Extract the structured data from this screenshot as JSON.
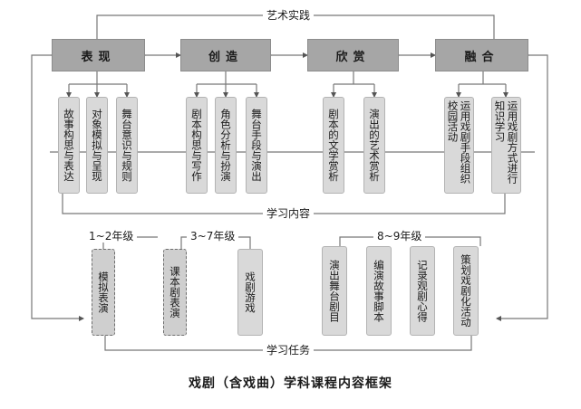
{
  "labels": {
    "top": "艺术实践",
    "middle": "学习内容",
    "bottom": "学习任务",
    "grade_1_2": "1~2年级",
    "grade_3_7": "3~7年级",
    "grade_8_9": "8~9年级"
  },
  "headers": [
    "表现",
    "创造",
    "欣赏",
    "融合"
  ],
  "content_items": {
    "biaoxian": [
      "故事构思与表达",
      "对象模拟与呈现",
      "舞台意识与规则"
    ],
    "chuangzao": [
      "剧本构思与写作",
      "角色分析与扮演",
      "舞台手段与演出"
    ],
    "xinshang": [
      "剧本的文学赏析",
      "演出的艺术赏析"
    ],
    "ronghe": [
      "运用戏剧手段组织校园活动",
      "运用戏剧方式进行知识学习"
    ]
  },
  "tasks": {
    "g12": [
      "模拟表演"
    ],
    "g37": [
      "课本剧表演",
      "戏剧游戏"
    ],
    "g89": [
      "演出舞台剧目",
      "编演故事脚本",
      "记录观剧心得",
      "策划戏剧化活动"
    ]
  },
  "caption": "戏剧（含戏曲）学科课程内容框架"
}
